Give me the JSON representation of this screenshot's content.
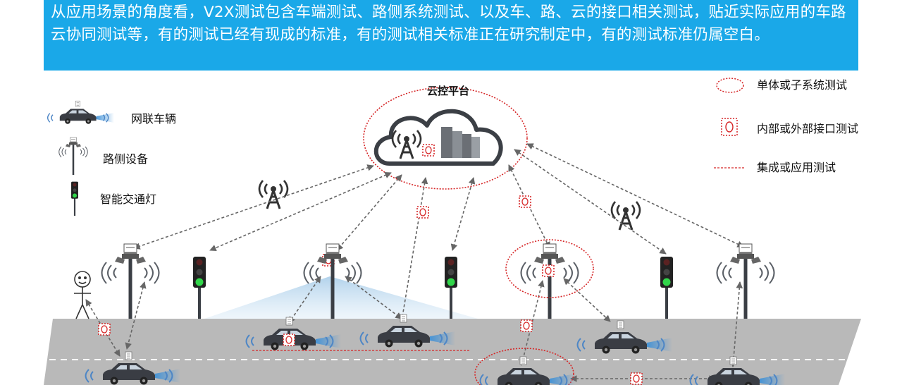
{
  "banner": {
    "text": "从应用场景的角度看，V2X测试包含车端测试、路侧系统测试、以及车、路、云的接口相关测试，贴近实际应用的车路云协同测试等，有的测试已经有现成的标准，有的测试相关标准正在研究制定中，有的测试标准仍属空白。"
  },
  "cloud": {
    "title": "云控平台"
  },
  "legend_left": {
    "vehicle": "网联车辆",
    "roadside": "路侧设备",
    "traffic_light": "智能交通灯"
  },
  "legend_right": {
    "unit_test": "单体或子系统测试",
    "interface_test": "内部或外部接口测试",
    "integration_test": "集成或应用测试"
  },
  "colors": {
    "banner_bg": "#1aa8e8",
    "test_marker": "#d62728",
    "road": "#b9b9b9",
    "signal_wave": "#4d86c6"
  }
}
